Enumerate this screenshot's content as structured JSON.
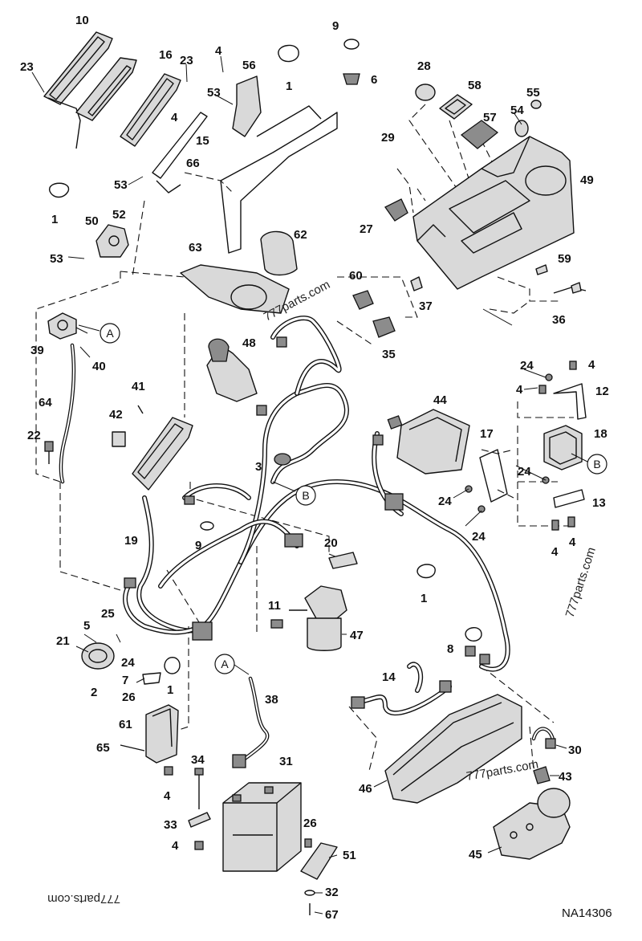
{
  "drawing_code": "NA14306",
  "watermarks": [
    "777parts.com",
    "777parts.com",
    "777parts.com",
    "777parts.com"
  ],
  "reference_markers": [
    "A",
    "B"
  ],
  "part_callouts": [
    "1",
    "2",
    "3",
    "4",
    "5",
    "6",
    "7",
    "8",
    "9",
    "10",
    "11",
    "12",
    "13",
    "14",
    "15",
    "16",
    "17",
    "18",
    "19",
    "20",
    "21",
    "22",
    "23",
    "24",
    "25",
    "26",
    "27",
    "28",
    "29",
    "30",
    "31",
    "32",
    "33",
    "34",
    "35",
    "36",
    "37",
    "38",
    "39",
    "40",
    "41",
    "42",
    "43",
    "44",
    "45",
    "46",
    "47",
    "48",
    "49",
    "50",
    "51",
    "52",
    "53",
    "54",
    "55",
    "56",
    "57",
    "58",
    "59",
    "60",
    "61",
    "62",
    "63",
    "64",
    "65",
    "66",
    "67"
  ]
}
